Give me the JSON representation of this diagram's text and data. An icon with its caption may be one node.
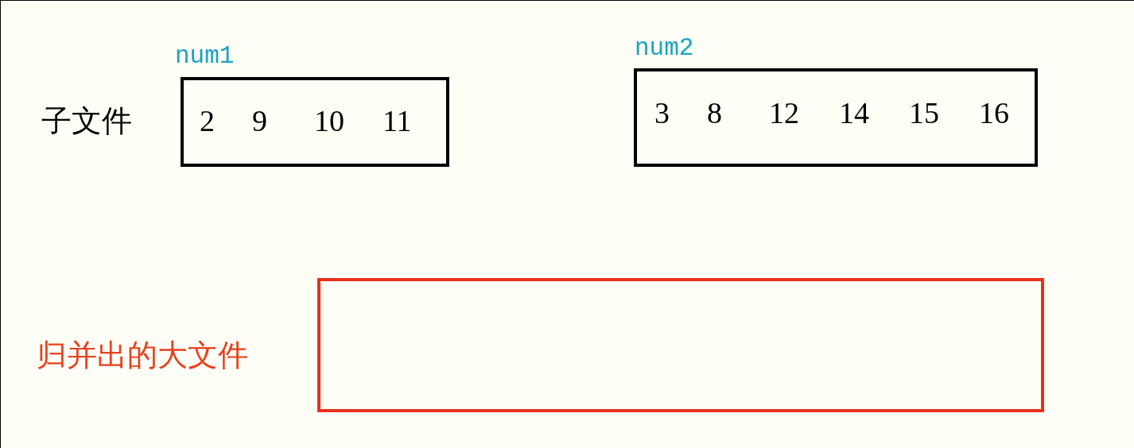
{
  "diagram": {
    "nodes": [
      {
        "text": [
          "num1",
          "2",
          "9",
          "10",
          "11"
        ]
      },
      {
        "text": [
          "num2",
          "3",
          "8",
          "12",
          "14",
          "15",
          "16"
        ]
      },
      {
        "text": [],
        "shape": "box",
        "beside": [
          "归并出的大文件"
        ]
      }
    ],
    "labels": [
      "子文件"
    ]
  }
}
